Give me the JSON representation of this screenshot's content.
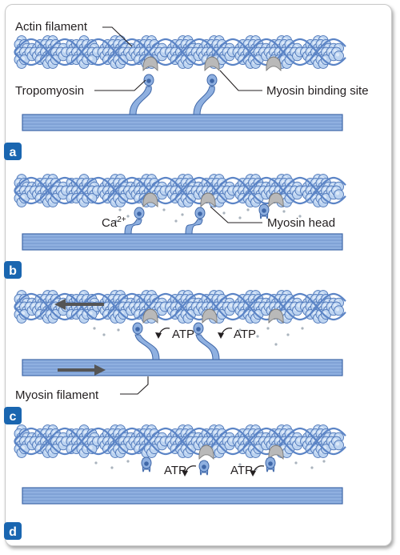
{
  "labels": {
    "actin_filament": "Actin filament",
    "tropomyosin": "Tropomyosin",
    "myosin_binding_site": "Myosin binding site",
    "calcium_base": "Ca",
    "calcium_sup": "2+",
    "myosin_head": "Myosin head",
    "atp": "ATP",
    "myosin_filament": "Myosin filament"
  },
  "panels": [
    {
      "letter": "a"
    },
    {
      "letter": "b"
    },
    {
      "letter": "c"
    },
    {
      "letter": "d"
    }
  ],
  "colors": {
    "actin_fill": "#bcd3f0",
    "actin_stroke": "#4a74b8",
    "strand": "#5b84c6",
    "myosin_fill": "#8fb0e0",
    "myosin_stroke": "#3f67a8",
    "binding_site": "#b9b9b9",
    "head_fill": "#3f67a8",
    "badge": "#1a66b0",
    "arrow": "#555555",
    "leader": "#231f20"
  }
}
